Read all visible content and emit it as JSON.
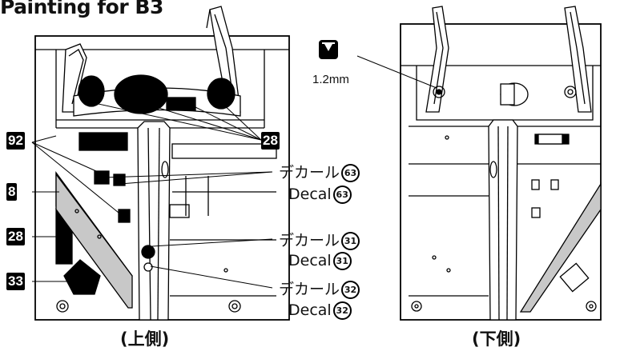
{
  "title": "Painting for B3",
  "captions": {
    "top_side": "(上側)",
    "bottom_side": "(下側)"
  },
  "badges": {
    "b92": "92",
    "b8": "8",
    "b28_left": "28",
    "b33": "33",
    "b28_right": "28"
  },
  "decals": [
    {
      "jp": "デカール",
      "en": "Decal",
      "num": "63"
    },
    {
      "jp": "デカール",
      "en": "Decal",
      "num": "31"
    },
    {
      "jp": "デカール",
      "en": "Decal",
      "num": "32"
    }
  ],
  "drill": {
    "size": "1.2mm",
    "icon": "drill-bit-icon"
  },
  "colors": {
    "ink": "#000000",
    "shade": "#c8c8c8",
    "paper": "#ffffff"
  }
}
